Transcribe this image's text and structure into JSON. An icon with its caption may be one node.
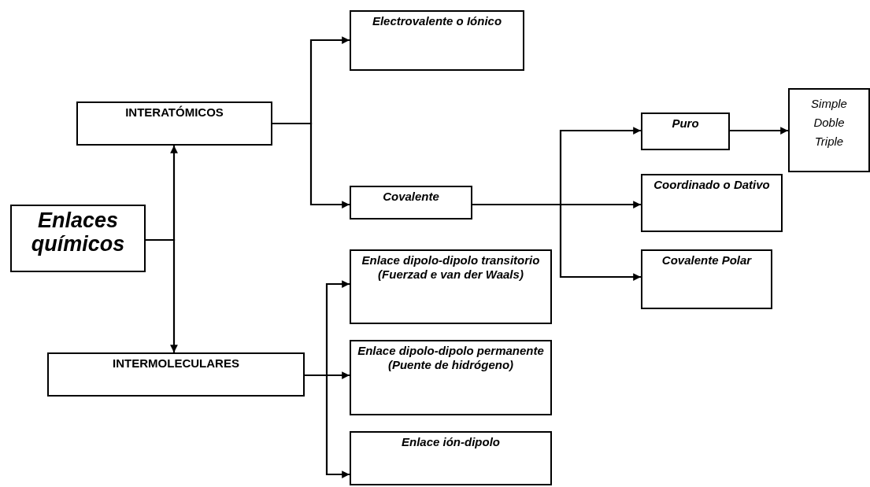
{
  "diagram": {
    "nodes": [
      {
        "text": [
          "Enlaces químicos"
        ]
      },
      {
        "text": [
          "INTERATÓMICOS"
        ]
      },
      {
        "text": [
          "Electrovalente o Iónico"
        ]
      },
      {
        "text": [
          "Covalente"
        ]
      },
      {
        "text": [
          "INTERMOLECULARES"
        ]
      },
      {
        "text": [
          "Enlace dipolo-dipolo transitorio (Fuerzad e van der Waals)"
        ]
      },
      {
        "text": [
          "Enlace dipolo-dipolo permanente (Puente de hidrógeno)"
        ]
      },
      {
        "text": [
          "Enlace ión-dipolo"
        ]
      },
      {
        "text": [
          "Puro"
        ]
      },
      {
        "text": [
          "Coordinado o Dativo"
        ]
      },
      {
        "text": [
          "Covalente Polar"
        ]
      },
      {
        "text": [
          "Simple",
          "Doble",
          "Triple"
        ]
      }
    ],
    "edges": [
      {
        "from": 0,
        "to": 1,
        "arrow": "to"
      },
      {
        "from": 0,
        "to": 4,
        "arrow": "to"
      },
      {
        "from": 1,
        "to": 2,
        "arrow": "to"
      },
      {
        "from": 1,
        "to": 3,
        "arrow": "to"
      },
      {
        "from": 3,
        "to": 8,
        "arrow": "to"
      },
      {
        "from": 3,
        "to": 9,
        "arrow": "to"
      },
      {
        "from": 3,
        "to": 10,
        "arrow": "to"
      },
      {
        "from": 8,
        "to": 11,
        "arrow": "to"
      },
      {
        "from": 4,
        "to": 5,
        "arrow": "to"
      },
      {
        "from": 4,
        "to": 6,
        "arrow": "to"
      },
      {
        "from": 4,
        "to": 7,
        "arrow": "to"
      }
    ]
  }
}
